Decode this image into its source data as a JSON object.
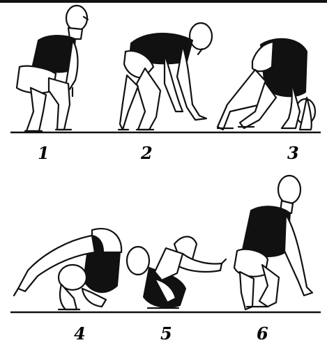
{
  "figure": {
    "top_strip_text": "",
    "panels": [
      {
        "id": "1",
        "label": "1"
      },
      {
        "id": "2",
        "label": "2"
      },
      {
        "id": "3",
        "label": "3"
      },
      {
        "id": "4",
        "label": "4"
      },
      {
        "id": "5",
        "label": "5"
      },
      {
        "id": "6",
        "label": "6"
      }
    ]
  }
}
